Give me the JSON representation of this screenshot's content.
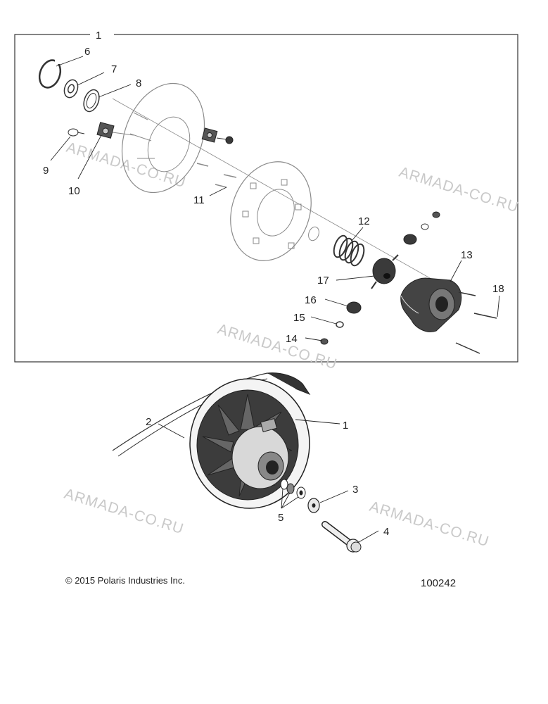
{
  "callouts": {
    "c1_top": "1",
    "c6": "6",
    "c7": "7",
    "c8": "8",
    "c9": "9",
    "c10": "10",
    "c11": "11",
    "c12": "12",
    "c13": "13",
    "c14": "14",
    "c15": "15",
    "c16": "16",
    "c17": "17",
    "c18": "18",
    "c2": "2",
    "c1_bottom": "1",
    "c3": "3",
    "c4": "4",
    "c5": "5"
  },
  "watermark": "ARMADA-CO.RU",
  "copyright": "© 2015 Polaris Industries Inc.",
  "doc_number": "100242",
  "colors": {
    "ink": "#222222",
    "watermark": "#c9c9c9",
    "part_fill": "#3a3a3a"
  }
}
